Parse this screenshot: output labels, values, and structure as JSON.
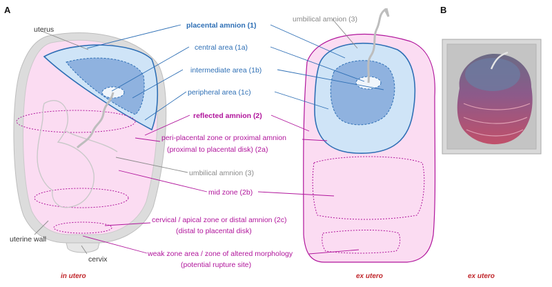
{
  "panels": {
    "a": "A",
    "b": "B"
  },
  "labels": {
    "uterus": "uterus",
    "uterine_wall": "uterine wall",
    "cervix": "cervix",
    "placental_amnion": "placental amnion (1)",
    "central_area": "central area (1a)",
    "intermediate_area": "intermediate area (1b)",
    "peripheral_area": "peripheral area (1c)",
    "reflected_amnion": "reflected amnion (2)",
    "peri_placental_1": "peri-placental zone or proximal amnion",
    "peri_placental_2": "(proximal to placental disk) (2a)",
    "umbilical_amnion_center": "umbilical amnion (3)",
    "umbilical_amnion_top": "umbilical amnion (3)",
    "mid_zone": "mid zone (2b)",
    "cervical_1": "cervical / apical zone or distal amnion (2c)",
    "cervical_2": "(distal to placental disk)",
    "weak_zone_1": "weak zone area / zone of altered morphology",
    "weak_zone_2": "(potential rupture site)"
  },
  "captions": {
    "in_utero": "in utero",
    "ex_utero_a": "ex utero",
    "ex_utero_b": "ex utero"
  },
  "colors": {
    "blue": "#2e6fb5",
    "magenta": "#b0149b",
    "grey": "#8a8a8a",
    "caption_red": "#c0262b"
  }
}
